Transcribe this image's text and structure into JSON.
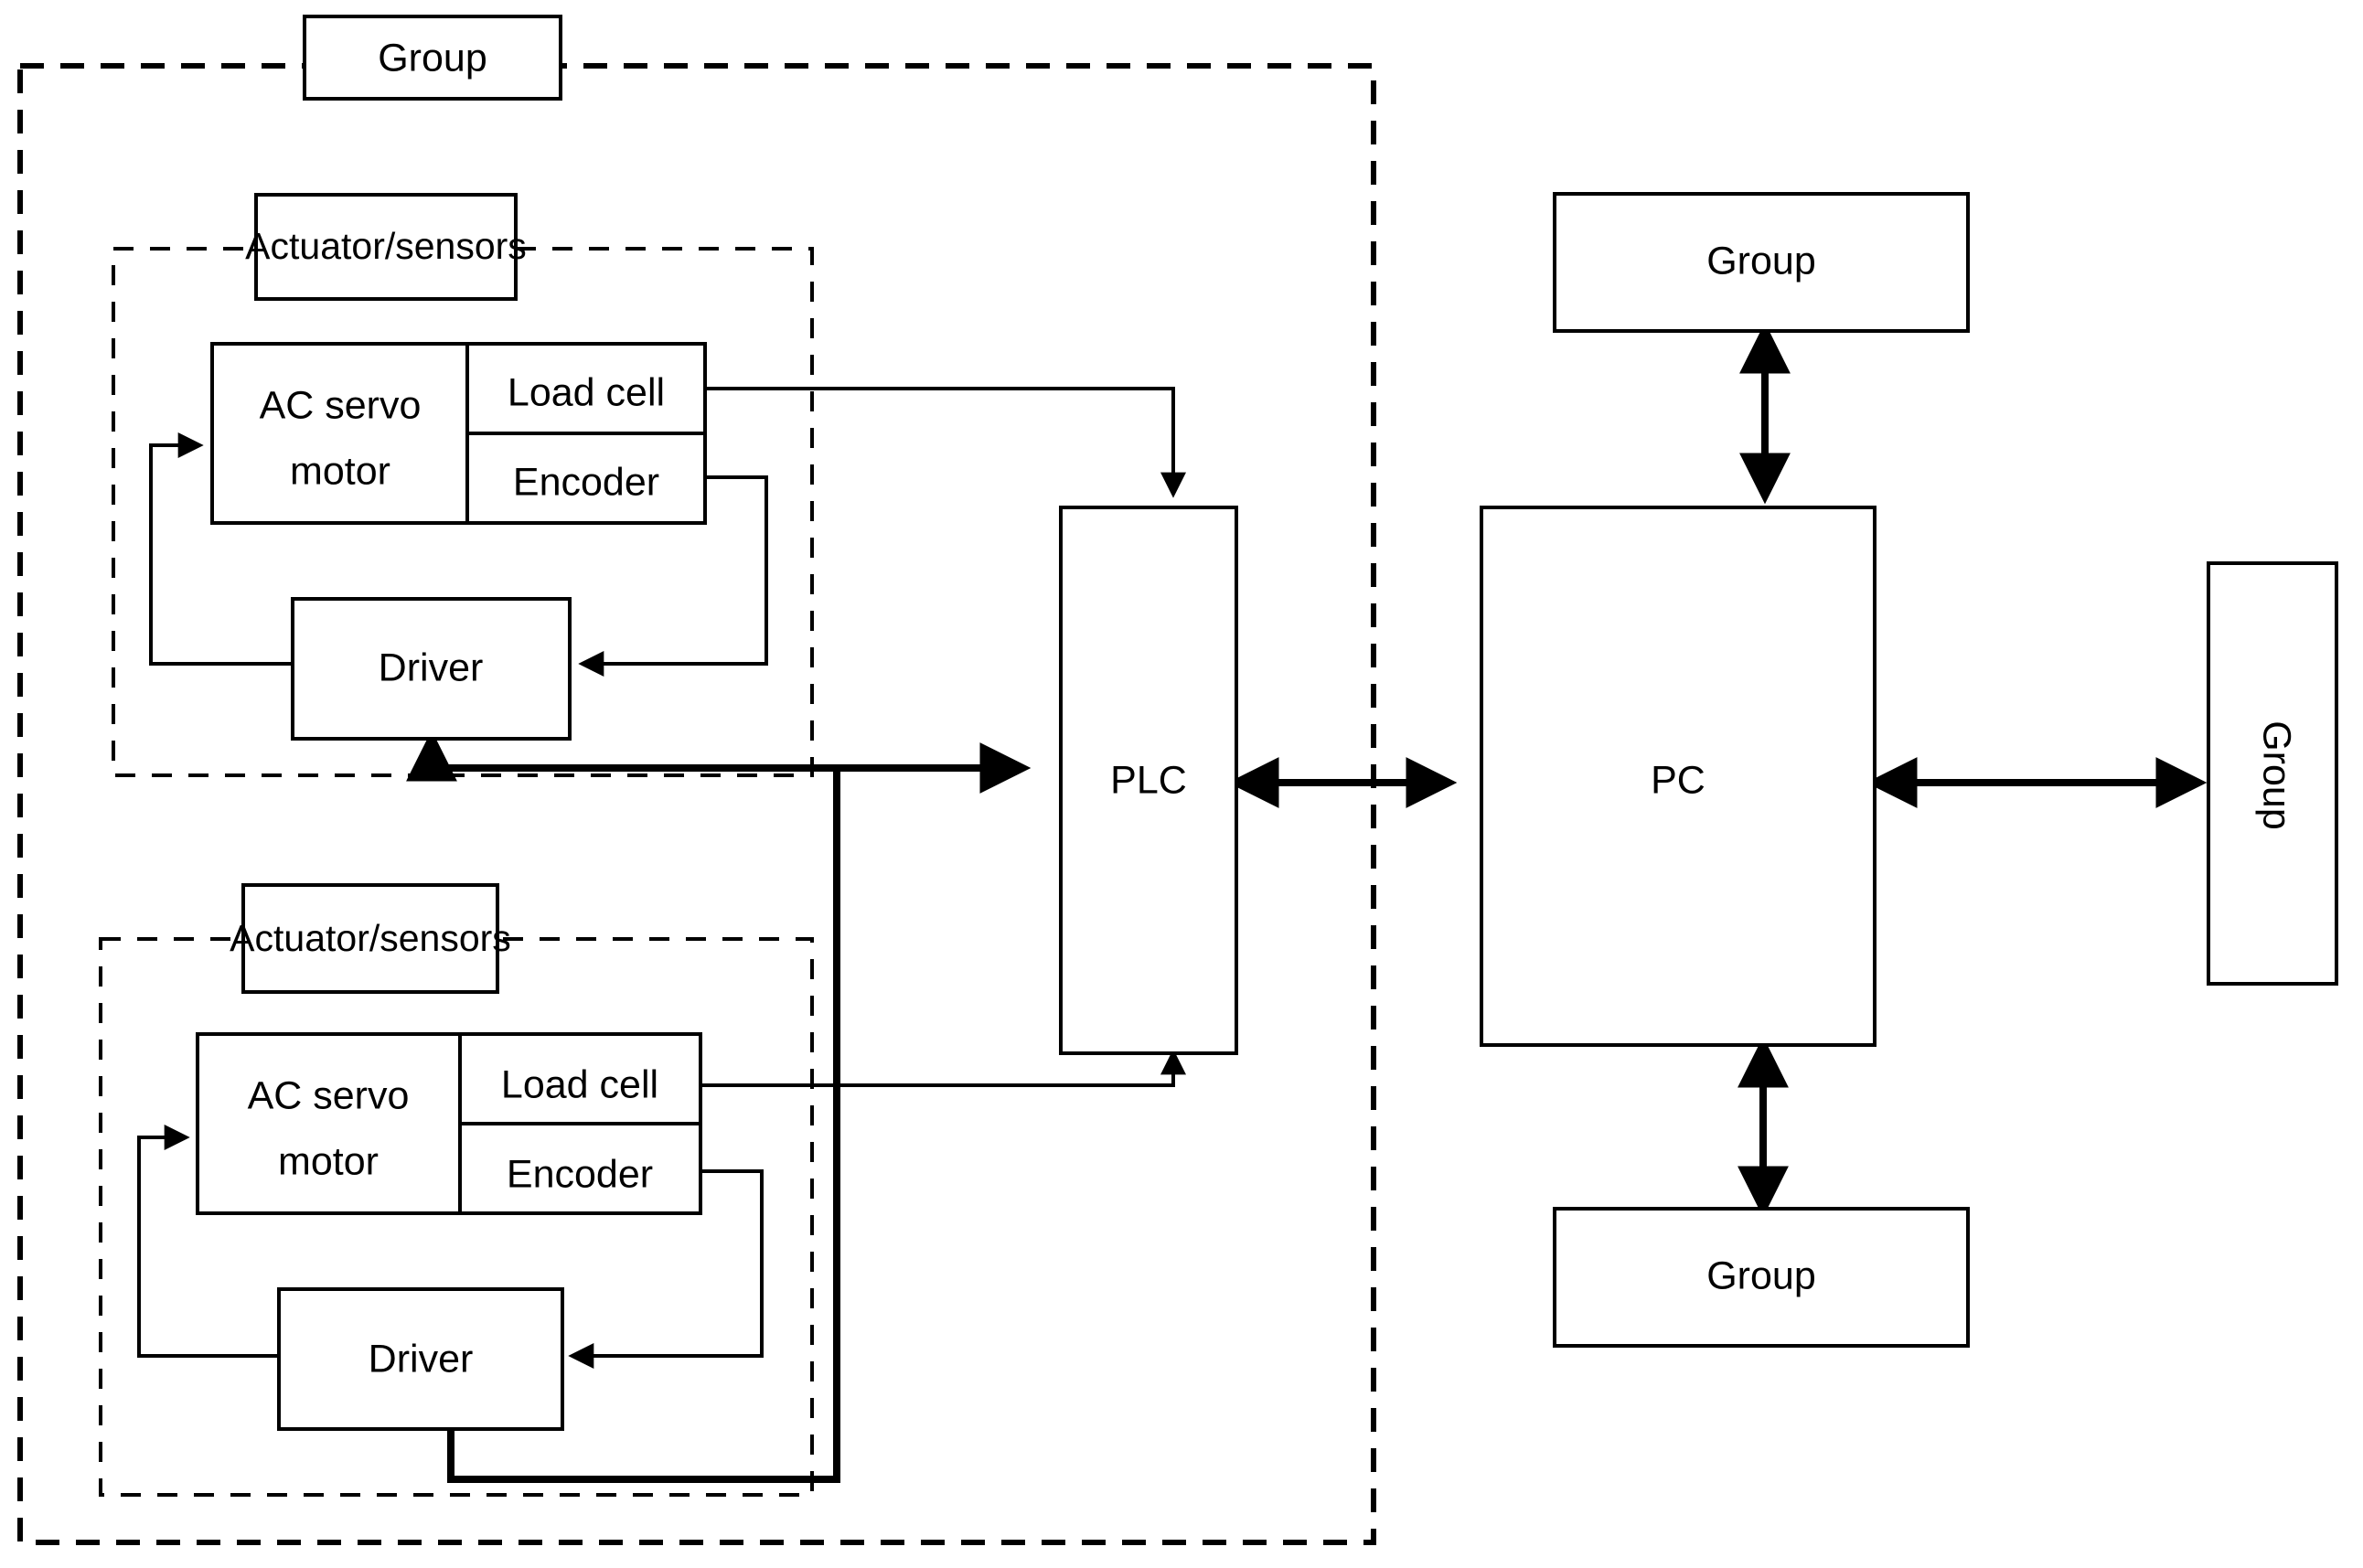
{
  "diagram": {
    "title": "Control system architecture block diagram",
    "colors": {
      "stroke": "#000000",
      "fill": "#ffffff",
      "background": "#ffffff"
    },
    "labels": {
      "group_top_left": "Group",
      "group_top_right": "Group",
      "group_right": "Group",
      "group_bottom": "Group",
      "actuator_sensors_upper": "Actuator/sensors",
      "actuator_sensors_lower": "Actuator/sensors",
      "ac_servo_motor_upper_line1": "AC servo",
      "ac_servo_motor_upper_line2": "motor",
      "ac_servo_motor_lower_line1": "AC servo",
      "ac_servo_motor_lower_line2": "motor",
      "load_cell_upper": "Load cell",
      "load_cell_lower": "Load cell",
      "encoder_upper": "Encoder",
      "encoder_lower": "Encoder",
      "driver_upper": "Driver",
      "driver_lower": "Driver",
      "plc": "PLC",
      "pc": "PC"
    },
    "nodes": [
      {
        "id": "group-top-left",
        "label": "Group",
        "shape": "rect",
        "style": "solid"
      },
      {
        "id": "actuator-sensors-upper",
        "label": "Actuator/sensors",
        "shape": "rect",
        "style": "solid"
      },
      {
        "id": "ac-servo-motor-upper",
        "label": "AC servo motor",
        "shape": "rect",
        "style": "solid"
      },
      {
        "id": "load-cell-upper",
        "label": "Load cell",
        "shape": "rect-cell",
        "style": "solid"
      },
      {
        "id": "encoder-upper",
        "label": "Encoder",
        "shape": "rect-cell",
        "style": "solid"
      },
      {
        "id": "driver-upper",
        "label": "Driver",
        "shape": "rect",
        "style": "solid"
      },
      {
        "id": "actuator-sensors-lower",
        "label": "Actuator/sensors",
        "shape": "rect",
        "style": "solid"
      },
      {
        "id": "ac-servo-motor-lower",
        "label": "AC servo motor",
        "shape": "rect",
        "style": "solid"
      },
      {
        "id": "load-cell-lower",
        "label": "Load cell",
        "shape": "rect-cell",
        "style": "solid"
      },
      {
        "id": "encoder-lower",
        "label": "Encoder",
        "shape": "rect-cell",
        "style": "solid"
      },
      {
        "id": "driver-lower",
        "label": "Driver",
        "shape": "rect",
        "style": "solid"
      },
      {
        "id": "plc",
        "label": "PLC",
        "shape": "rect-tall",
        "style": "solid"
      },
      {
        "id": "pc",
        "label": "PC",
        "shape": "rect-square",
        "style": "solid"
      },
      {
        "id": "group-top-right",
        "label": "Group",
        "shape": "rect",
        "style": "solid"
      },
      {
        "id": "group-right",
        "label": "Group",
        "shape": "rect-vertical",
        "style": "solid"
      },
      {
        "id": "group-bottom",
        "label": "Group",
        "shape": "rect",
        "style": "solid"
      },
      {
        "id": "system-boundary",
        "label": "",
        "shape": "dashed-rect",
        "style": "dashed"
      },
      {
        "id": "actuator-boundary-upper",
        "label": "",
        "shape": "dashed-rect",
        "style": "dashed"
      },
      {
        "id": "actuator-boundary-lower",
        "label": "",
        "shape": "dashed-rect",
        "style": "dashed"
      }
    ],
    "edges": [
      {
        "from": "load-cell-upper",
        "to": "plc",
        "arrow": "single",
        "direction": "right-then-down"
      },
      {
        "from": "encoder-upper",
        "to": "driver-upper",
        "arrow": "single",
        "direction": "right-then-down-then-left"
      },
      {
        "from": "driver-upper",
        "to": "ac-servo-motor-upper",
        "arrow": "single",
        "direction": "left-then-up-then-right"
      },
      {
        "from": "plc",
        "to": "driver-upper",
        "arrow": "single",
        "direction": "bus-up"
      },
      {
        "from": "load-cell-lower",
        "to": "plc",
        "arrow": "single",
        "direction": "right-then-up"
      },
      {
        "from": "encoder-lower",
        "to": "driver-lower",
        "arrow": "single",
        "direction": "right-then-down-then-left"
      },
      {
        "from": "driver-lower",
        "to": "ac-servo-motor-lower",
        "arrow": "single",
        "direction": "left-then-up-then-right"
      },
      {
        "from": "plc",
        "to": "driver-lower",
        "arrow": "single",
        "direction": "bus-down"
      },
      {
        "from": "plc",
        "to": "pc",
        "arrow": "double",
        "direction": "horizontal"
      },
      {
        "from": "pc",
        "to": "group-top-right",
        "arrow": "double",
        "direction": "vertical-up"
      },
      {
        "from": "pc",
        "to": "group-right",
        "arrow": "double",
        "direction": "horizontal-right"
      },
      {
        "from": "pc",
        "to": "group-bottom",
        "arrow": "double",
        "direction": "vertical-down"
      }
    ]
  }
}
